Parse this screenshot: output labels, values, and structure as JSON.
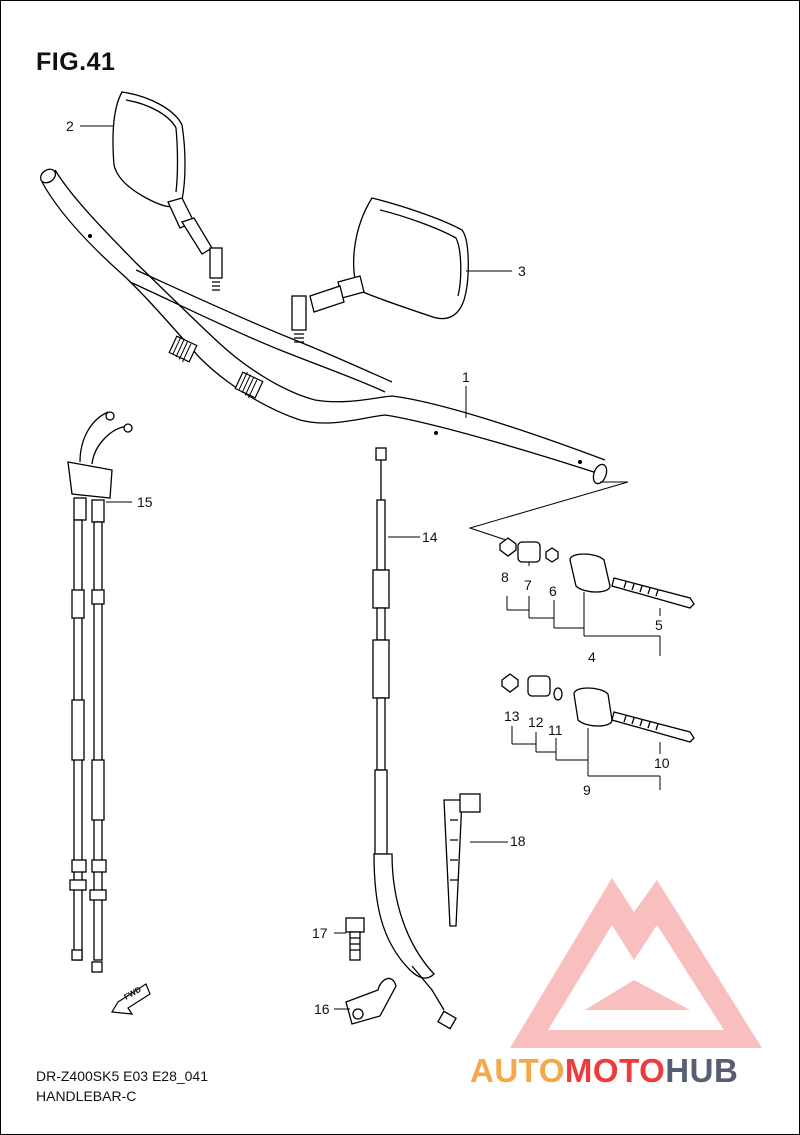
{
  "figure": {
    "title": "FIG.41",
    "model_code": "DR-Z400SK5 E03 E28_041",
    "name": "HANDLEBAR-C",
    "watermark_parts": [
      "AUTO",
      "MOTO",
      "HUB"
    ],
    "watermark_colors": [
      "#f4a84a",
      "#ee3a3a",
      "#555e72"
    ],
    "fwd_label": "FWD"
  },
  "callouts": [
    "1",
    "2",
    "3",
    "4",
    "5",
    "6",
    "7",
    "8",
    "9",
    "10",
    "11",
    "12",
    "13",
    "14",
    "15",
    "16",
    "17",
    "18"
  ]
}
